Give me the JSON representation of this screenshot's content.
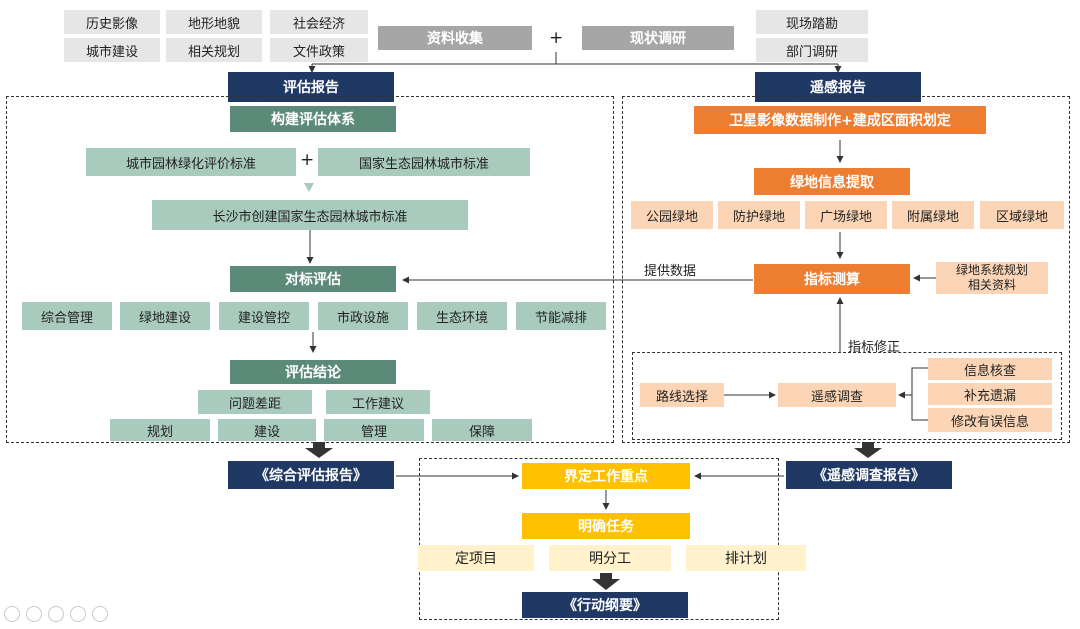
{
  "top": {
    "left_items": [
      "历史影像",
      "地形地貌",
      "社会经济",
      "城市建设",
      "相关规划",
      "文件政策"
    ],
    "collect": "资料收集",
    "plus": "+",
    "survey": "现状调研",
    "right_items": [
      "现场踏勘",
      "部门调研"
    ]
  },
  "eval": {
    "report": "评估报告",
    "build_system": "构建评估体系",
    "std1": "城市园林绿化评价标准",
    "plus": "+",
    "std2": "国家生态园林城市标准",
    "std3": "长沙市创建国家生态园林城市标准",
    "benchmark": "对标评估",
    "categories": [
      "综合管理",
      "绿地建设",
      "建设管控",
      "市政设施",
      "生态环境",
      "节能减排"
    ],
    "conclusion": "评估结论",
    "conclusion_items": [
      "问题差距",
      "工作建议"
    ],
    "measures": [
      "规划",
      "建设",
      "管理",
      "保障"
    ],
    "final_report": "《综合评估报告》"
  },
  "rs": {
    "report": "遥感报告",
    "satellite": "卫星影像数据制作+建成区面积划定",
    "extract": "绿地信息提取",
    "green_types": [
      "公园绿地",
      "防护绿地",
      "广场绿地",
      "附属绿地",
      "区域绿地"
    ],
    "provide": "提供数据",
    "calc": "指标测算",
    "plan_ref": [
      "绿地系统规划",
      "相关资料"
    ],
    "correct": "指标修正",
    "route": "路线选择",
    "survey": "遥感调查",
    "checks": [
      "信息核查",
      "补充遗漏",
      "修改有误信息"
    ],
    "final_report": "《遥感调查报告》"
  },
  "bottom": {
    "focus": "界定工作重点",
    "task": "明确任务",
    "items": [
      "定项目",
      "明分工",
      "排计划"
    ],
    "final": "《行动纲要》"
  },
  "colors": {
    "navy": "#1f3864",
    "dark_green": "#5c8a79",
    "light_green": "#a9cbbd",
    "orange": "#ed7d31",
    "light_orange": "#fbd5b5",
    "yellow": "#ffc000",
    "light_yellow": "#fff2cc",
    "gray": "#e6e6e6",
    "dark_gray": "#a6a6a6"
  }
}
